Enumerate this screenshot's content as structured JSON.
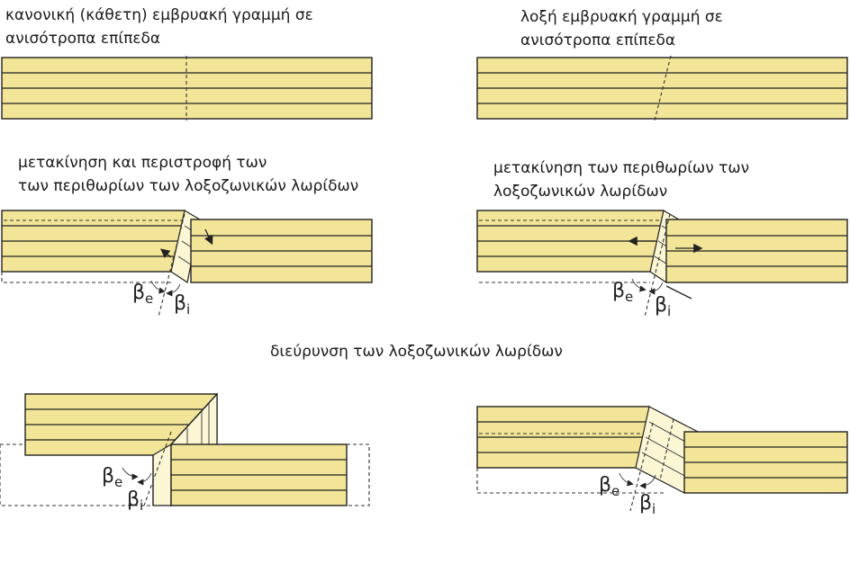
{
  "captions": {
    "p1": [
      "κανονική (κάθετη) εμβρυακή γραμμή σε",
      "ανισότροπα επίπεδα"
    ],
    "p2": [
      "λοξή εμβρυακή γραμμή σε",
      "ανισότροπα επίπεδα"
    ],
    "p3": [
      "μετακίνηση και περιστροφή των",
      "των περιθωρίων των λοξοζωνικών λωρίδων"
    ],
    "p4": [
      "μετακίνηση των περιθωρίων των",
      "λοξοζωνικών λωρίδων"
    ],
    "p5": [
      "διεύρυνση των λοξοζωνικών λωρίδων"
    ]
  },
  "angle_labels": {
    "beta": "β",
    "sub_e": "e",
    "sub_i": "i"
  },
  "colors": {
    "layer_fill": "#f3e597",
    "zone_fill": "#fbf6d4",
    "line": "#222222"
  }
}
